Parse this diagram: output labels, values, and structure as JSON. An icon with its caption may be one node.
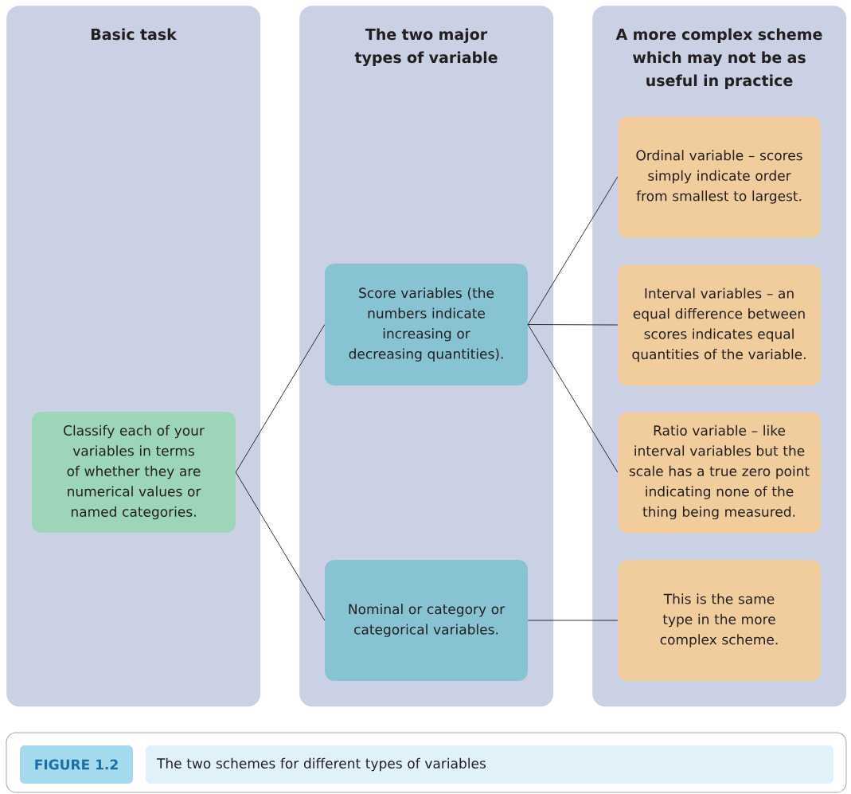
{
  "diagram": {
    "caption": "The two schemes for different types of variables",
    "nodes": [
      {
        "text": [
          "Basic task"
        ]
      },
      {
        "text": [
          "The two major types of variable"
        ]
      },
      {
        "text": [
          "A more complex scheme which may not be as useful in practice"
        ]
      },
      {
        "text": [
          "Classify each of your variables in terms of whether they are numerical values or named categories."
        ],
        "in": 0
      },
      {
        "text": [
          "Score variables (the numbers indicate increasing or decreasing quantities)."
        ],
        "in": 1
      },
      {
        "text": [
          "Nominal or category or categorical variables."
        ],
        "in": 1
      },
      {
        "text": [
          "Ordinal variable – scores simply indicate order from smallest to largest."
        ],
        "in": 2
      },
      {
        "text": [
          "Interval variables – an equal difference between scores indicates equal quantities of the variable."
        ],
        "in": 2
      },
      {
        "text": [
          "Ratio variable – like interval variables but the scale has a true zero point indicating none of the thing being measured."
        ],
        "in": 2
      },
      {
        "text": [
          "This is the same type in the more complex scheme."
        ],
        "in": 2
      }
    ],
    "edges": [
      {
        "from": 3,
        "to": 4,
        "arrow": "none"
      },
      {
        "from": 3,
        "to": 5,
        "arrow": "none"
      },
      {
        "from": 4,
        "to": 6,
        "arrow": "none"
      },
      {
        "from": 4,
        "to": 7,
        "arrow": "none"
      },
      {
        "from": 4,
        "to": 8,
        "arrow": "none"
      },
      {
        "from": 5,
        "to": 9,
        "arrow": "none"
      }
    ],
    "labels": [
      "FIGURE 1.2"
    ]
  }
}
